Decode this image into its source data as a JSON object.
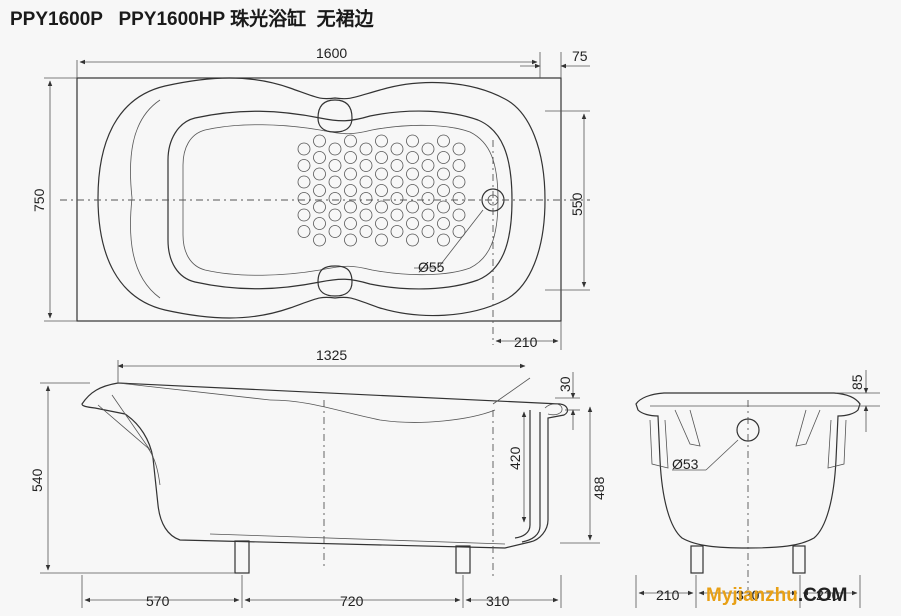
{
  "title": "PPY1600P   PPY1600HP 珠光浴缸  无裙边",
  "plan_view": {
    "overall_length": "1600",
    "rim_offset": "75",
    "overall_width": "750",
    "basin_width": "550",
    "drain_offset": "210",
    "drain_diameter": "Ø55"
  },
  "side_view": {
    "basin_length": "1325",
    "height": "540",
    "rim_drop": "30",
    "overflow_height": "420",
    "inner_height": "488",
    "seg_left": "570",
    "seg_mid": "720",
    "seg_right": "310"
  },
  "end_view": {
    "rim_height": "85",
    "overflow_diameter": "Ø53",
    "seg_left": "210",
    "seg_mid": "330",
    "seg_right": "210"
  },
  "watermark": {
    "text": "Myjianzhu",
    "suffix": ".COM",
    "color_main": "#e8a016",
    "color_suffix": "#222222"
  }
}
